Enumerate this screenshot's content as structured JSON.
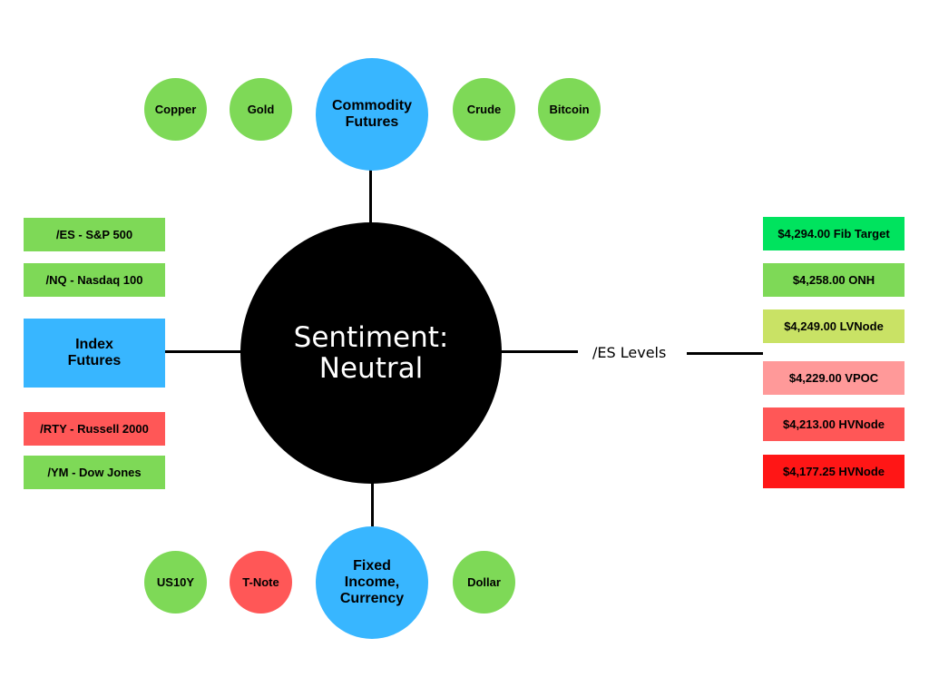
{
  "colors": {
    "green": "#7ed957",
    "blue": "#38b6ff",
    "red": "#ff5757",
    "bright_green": "#00e35e",
    "lime": "#c9e265",
    "pink": "#ff9999",
    "bright_red": "#ff1616",
    "black": "#000000"
  },
  "center": {
    "line1": "Sentiment:",
    "line2": "Neutral"
  },
  "commodity": {
    "hub_line1": "Commodity",
    "hub_line2": "Futures",
    "items": [
      "Copper",
      "Gold",
      "Crude",
      "Bitcoin"
    ]
  },
  "fixed_income": {
    "hub_line1": "Fixed",
    "hub_line2": "Income,",
    "hub_line3": "Currency",
    "items": [
      "US10Y",
      "T-Note",
      "Dollar"
    ]
  },
  "index": {
    "hub_line1": "Index",
    "hub_line2": "Futures",
    "items": [
      "/ES - S&P 500",
      "/NQ - Nasdaq 100",
      "/RTY - Russell 2000",
      "/YM - Dow Jones"
    ]
  },
  "levels": {
    "title": "/ES Levels",
    "items": [
      "$4,294.00 Fib Target",
      "$4,258.00 ONH",
      "$4,249.00 LVNode",
      "$4,229.00 VPOC",
      "$4,213.00 HVNode",
      "$4,177.25 HVNode"
    ]
  }
}
